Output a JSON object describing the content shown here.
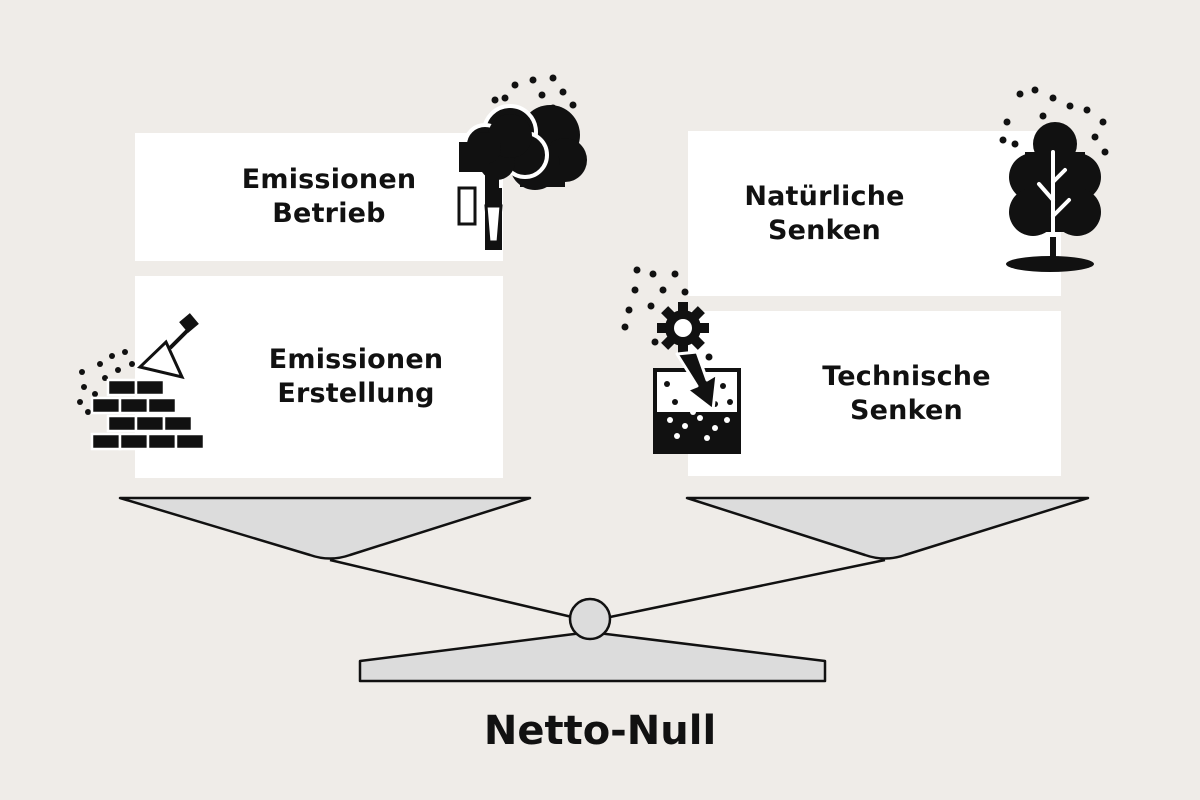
{
  "emissions": {
    "betrieb_label": "Emissionen\nBetrieb",
    "erstellung_label": "Emissionen\nErstellung"
  },
  "sinks": {
    "natuerlich_label": "Natürliche\nSenken",
    "technisch_label": "Technische\nSenken"
  },
  "balance": {
    "caption": "Netto-Null"
  },
  "icons": {
    "factory": "factory-smoke-icon",
    "bricks": "brick-wall-trowel-icon",
    "tree": "tree-icon",
    "capture": "carbon-capture-icon"
  },
  "colors": {
    "background": "#efece8",
    "box": "#ffffff",
    "scale_fill": "#dcdcdc",
    "ink": "#111111"
  }
}
